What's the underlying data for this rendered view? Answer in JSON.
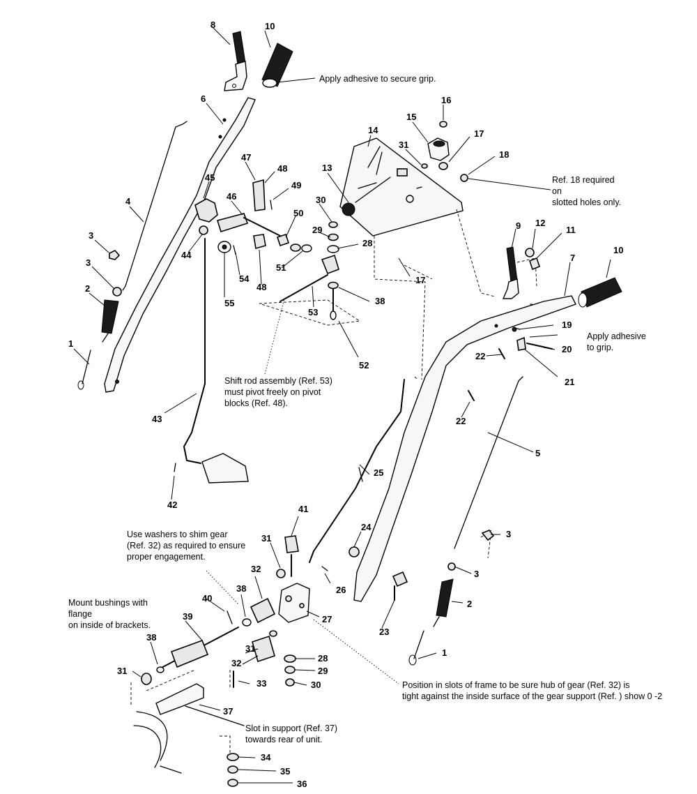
{
  "callouts": [
    {
      "id": "c8",
      "label": "8"
    },
    {
      "id": "c10a",
      "label": "10"
    },
    {
      "id": "c6",
      "label": "6"
    },
    {
      "id": "c4",
      "label": "4"
    },
    {
      "id": "c3a",
      "label": "3"
    },
    {
      "id": "c3b",
      "label": "3"
    },
    {
      "id": "c2a",
      "label": "2"
    },
    {
      "id": "c1a",
      "label": "1"
    },
    {
      "id": "c14",
      "label": "14"
    },
    {
      "id": "c15",
      "label": "15"
    },
    {
      "id": "c16",
      "label": "16"
    },
    {
      "id": "c17a",
      "label": "17"
    },
    {
      "id": "c18",
      "label": "18"
    },
    {
      "id": "c31a",
      "label": "31"
    },
    {
      "id": "c13",
      "label": "13"
    },
    {
      "id": "c47",
      "label": "47"
    },
    {
      "id": "c48a",
      "label": "48"
    },
    {
      "id": "c49",
      "label": "49"
    },
    {
      "id": "c45",
      "label": "45"
    },
    {
      "id": "c46",
      "label": "46"
    },
    {
      "id": "c50",
      "label": "50"
    },
    {
      "id": "c30a",
      "label": "30"
    },
    {
      "id": "c29a",
      "label": "29"
    },
    {
      "id": "c28a",
      "label": "28"
    },
    {
      "id": "c17b",
      "label": "17"
    },
    {
      "id": "c44",
      "label": "44"
    },
    {
      "id": "c54",
      "label": "54"
    },
    {
      "id": "c48b",
      "label": "48"
    },
    {
      "id": "c51",
      "label": "51"
    },
    {
      "id": "c55",
      "label": "55"
    },
    {
      "id": "c53",
      "label": "53"
    },
    {
      "id": "c38a",
      "label": "38"
    },
    {
      "id": "c52",
      "label": "52"
    },
    {
      "id": "c9",
      "label": "9"
    },
    {
      "id": "c12",
      "label": "12"
    },
    {
      "id": "c11",
      "label": "11"
    },
    {
      "id": "c7",
      "label": "7"
    },
    {
      "id": "c10b",
      "label": "10"
    },
    {
      "id": "c19",
      "label": "19"
    },
    {
      "id": "c20",
      "label": "20"
    },
    {
      "id": "c22a",
      "label": "22"
    },
    {
      "id": "c21",
      "label": "21"
    },
    {
      "id": "c22b",
      "label": "22"
    },
    {
      "id": "c5",
      "label": "5"
    },
    {
      "id": "c43",
      "label": "43"
    },
    {
      "id": "c42",
      "label": "42"
    },
    {
      "id": "c25",
      "label": "25"
    },
    {
      "id": "c41",
      "label": "41"
    },
    {
      "id": "c24",
      "label": "24"
    },
    {
      "id": "c3c",
      "label": "3"
    },
    {
      "id": "c3d",
      "label": "3"
    },
    {
      "id": "c31b",
      "label": "31"
    },
    {
      "id": "c32a",
      "label": "32"
    },
    {
      "id": "c38b",
      "label": "38"
    },
    {
      "id": "c26",
      "label": "26"
    },
    {
      "id": "c40",
      "label": "40"
    },
    {
      "id": "c27",
      "label": "27"
    },
    {
      "id": "c2b",
      "label": "2"
    },
    {
      "id": "c23",
      "label": "23"
    },
    {
      "id": "c39",
      "label": "39"
    },
    {
      "id": "c38c",
      "label": "38"
    },
    {
      "id": "c31c",
      "label": "31"
    },
    {
      "id": "c31d",
      "label": "31"
    },
    {
      "id": "c32b",
      "label": "32"
    },
    {
      "id": "c28b",
      "label": "28"
    },
    {
      "id": "c29b",
      "label": "29"
    },
    {
      "id": "c30b",
      "label": "30"
    },
    {
      "id": "c33",
      "label": "33"
    },
    {
      "id": "c1b",
      "label": "1"
    },
    {
      "id": "c37",
      "label": "37"
    },
    {
      "id": "c34",
      "label": "34"
    },
    {
      "id": "c35",
      "label": "35"
    },
    {
      "id": "c36",
      "label": "36"
    }
  ],
  "notes": {
    "adhesive_grip": "Apply adhesive to secure grip.",
    "ref18_l1": "Ref. 18 required",
    "ref18_l2": "on",
    "ref18_l3": "slotted holes only.",
    "adhesive_l1": "Apply adhesive",
    "adhesive_l2": "to grip.",
    "shift_l1": "Shift rod assembly (Ref. 53)",
    "shift_l2": "must pivot freely on pivot",
    "shift_l3": "blocks (Ref. 48).",
    "washer_l1": "Use washers to shim gear",
    "washer_l2": "(Ref. 32) as required to ensure",
    "washer_l3": "proper engagement.",
    "bushing_l1": "Mount bushings with",
    "bushing_l2": "flange",
    "bushing_l3": "on inside of brackets.",
    "position_l1": "Position in slots of frame to be sure hub of gear (Ref. 32) is",
    "position_l2": "tight against the inside surface of the gear support (Ref. ) show 0 -2",
    "slot_l1": "Slot in support (Ref. 37)",
    "slot_l2": "towards rear of unit."
  }
}
